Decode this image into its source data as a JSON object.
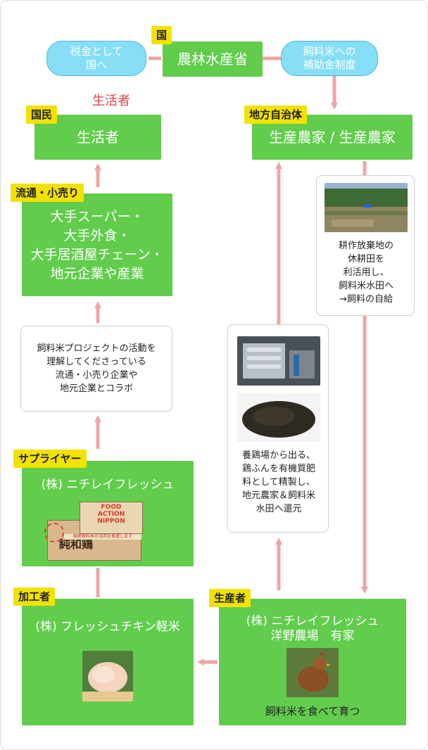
{
  "top": {
    "tag": "国",
    "ministry": "農林水産省",
    "tax_pill": [
      "税金として",
      "国へ"
    ],
    "subsidy_pill": [
      "飼料米への",
      "補助金制度"
    ]
  },
  "consumer": {
    "red_label": "生活者",
    "tag": "国民",
    "title": "生活者"
  },
  "local": {
    "tag": "地方自治体",
    "title": "生産農家 / 生産農家"
  },
  "distribution": {
    "tag": "流通・小売り",
    "lines": [
      "大手スーパー・",
      "大手外食・",
      "大手居酒屋チェーン・",
      "地元企業や産業"
    ]
  },
  "collab_note": [
    "飼料米プロジェクトの活動を",
    "理解してくださっている",
    "流通・小売り企業や",
    "地元企業とコラボ"
  ],
  "fallow_note": [
    "耕作放棄地の",
    "休耕田を",
    "利活用し、",
    "飼料米水田へ",
    "→飼料の自給"
  ],
  "manure_note": [
    "養鶏場から出る、",
    "鶏ふんを有機質肥",
    "料として精製し、",
    "地元農家＆飼料米",
    "水田へ還元"
  ],
  "supplier": {
    "tag": "サプライヤー",
    "title": "(株) ニチレイフレッシュ",
    "package_lines": [
      "FOOD",
      "ACTION",
      "NIPPON"
    ],
    "package_sub": "国産飼料米の活用を推進します",
    "package_brand": "純和鶏"
  },
  "processor": {
    "tag": "加工者",
    "title": "(株) フレッシュチキン軽米"
  },
  "producer": {
    "tag": "生産者",
    "title_lines": [
      "(株) ニチレイフレッシュ",
      "洋野農場　有家"
    ],
    "caption": "飼料米を食べて育つ"
  }
}
